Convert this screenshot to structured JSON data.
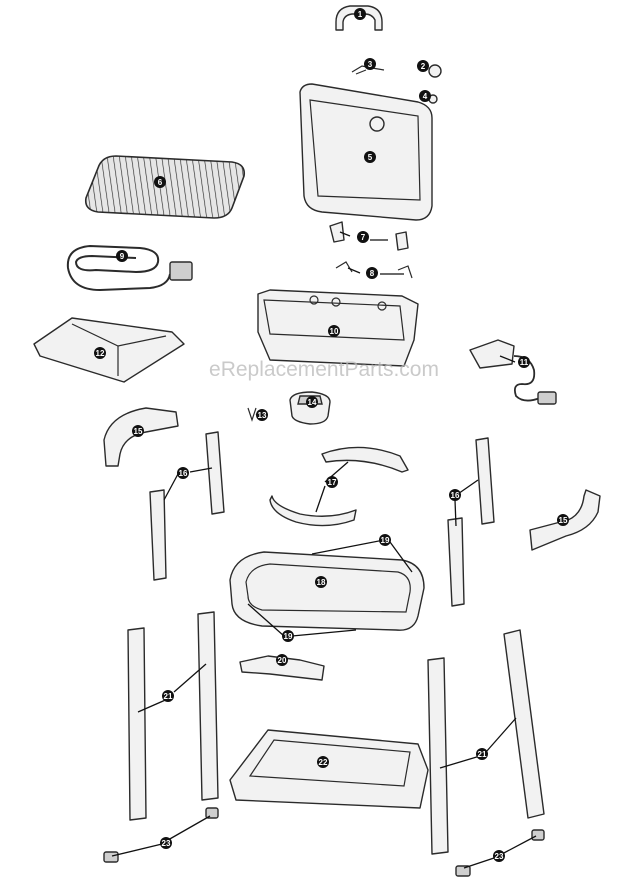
{
  "watermark": "eReplacementParts.com",
  "callouts": {
    "c1": "1",
    "c2": "2",
    "c3": "3",
    "c4": "4",
    "c5": "5",
    "c6": "6",
    "c7": "7",
    "c8": "8",
    "c9": "9",
    "c10": "10",
    "c11": "11",
    "c12": "12",
    "c13": "13",
    "c14": "14",
    "c15a": "15",
    "c15b": "15",
    "c16a": "16",
    "c16b": "16",
    "c17": "17",
    "c18": "18",
    "c19a": "19",
    "c19b": "19",
    "c20": "20",
    "c21a": "21",
    "c21b": "21",
    "c22": "22",
    "c23a": "23",
    "c23b": "23"
  }
}
